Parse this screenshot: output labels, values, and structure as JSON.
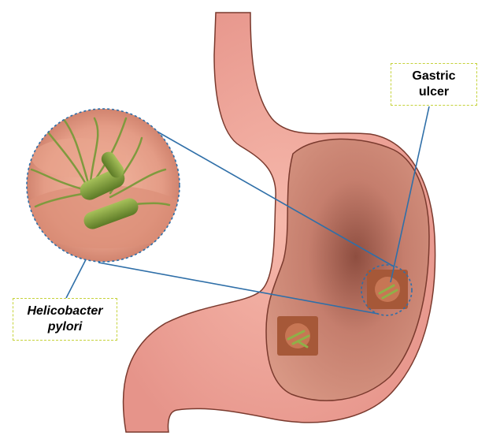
{
  "labels": {
    "ulcer_line1": "Gastric",
    "ulcer_line2": "ulcer",
    "bacteria_line1": "Helicobacter",
    "bacteria_line2": "pylori"
  },
  "colors": {
    "stomach_outer": "#eea79b",
    "stomach_outline": "#7a3a2e",
    "stomach_inner": "#b86a5a",
    "ulcer": "#9a4a2c",
    "bacteria": "#7a9a3a",
    "leader_line": "#2f6fa8",
    "label_border": "#c5d23a",
    "magnifier_bg": "#e9a48e"
  },
  "icons": {
    "stomach": "stomach-illustration",
    "bacteria": "helicobacter-bacteria-illustration",
    "magnifier": "magnified-circle"
  }
}
